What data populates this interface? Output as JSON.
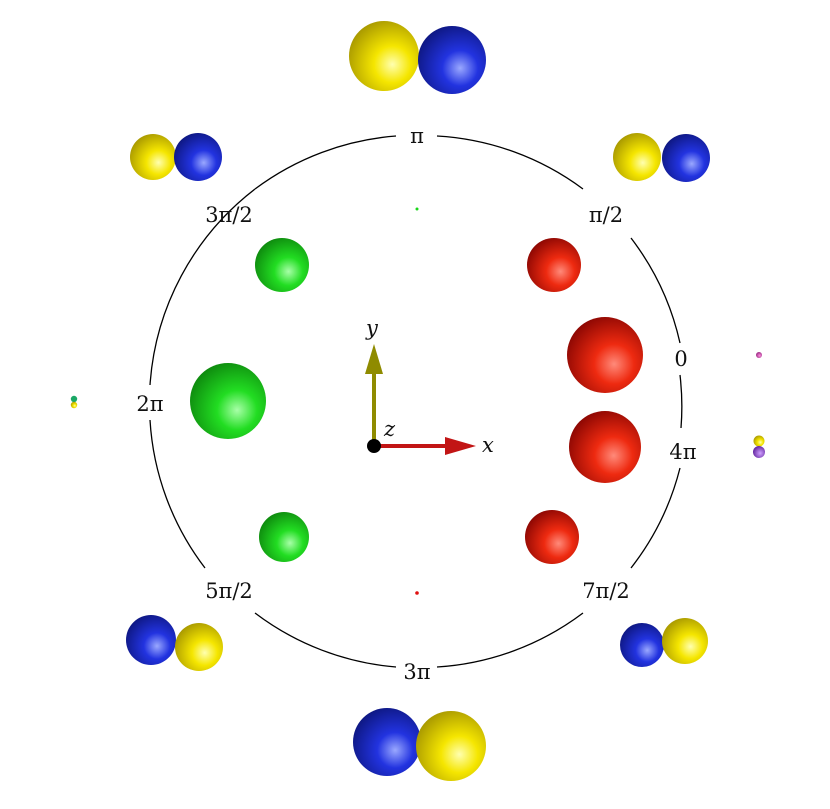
{
  "phase_labels": {
    "zero": "0",
    "half_pi": "π/2",
    "pi": "π",
    "three_half_pi": "3π/2",
    "two_pi": "2π",
    "five_half_pi": "5π/2",
    "three_pi": "3π",
    "seven_half_pi": "7π/2",
    "four_pi": "4π"
  },
  "axes": {
    "x": "x",
    "y": "y",
    "z": "z"
  },
  "colors": {
    "red": "#e01010",
    "green": "#19d619",
    "blue": "#1a2fd8",
    "yellow": "#f2e000",
    "purple": "#7a18c8",
    "magenta": "#c8188c",
    "x_arrow": "#c21515",
    "y_arrow": "#8f8b00",
    "origin": "#000000",
    "circle": "#000000"
  }
}
